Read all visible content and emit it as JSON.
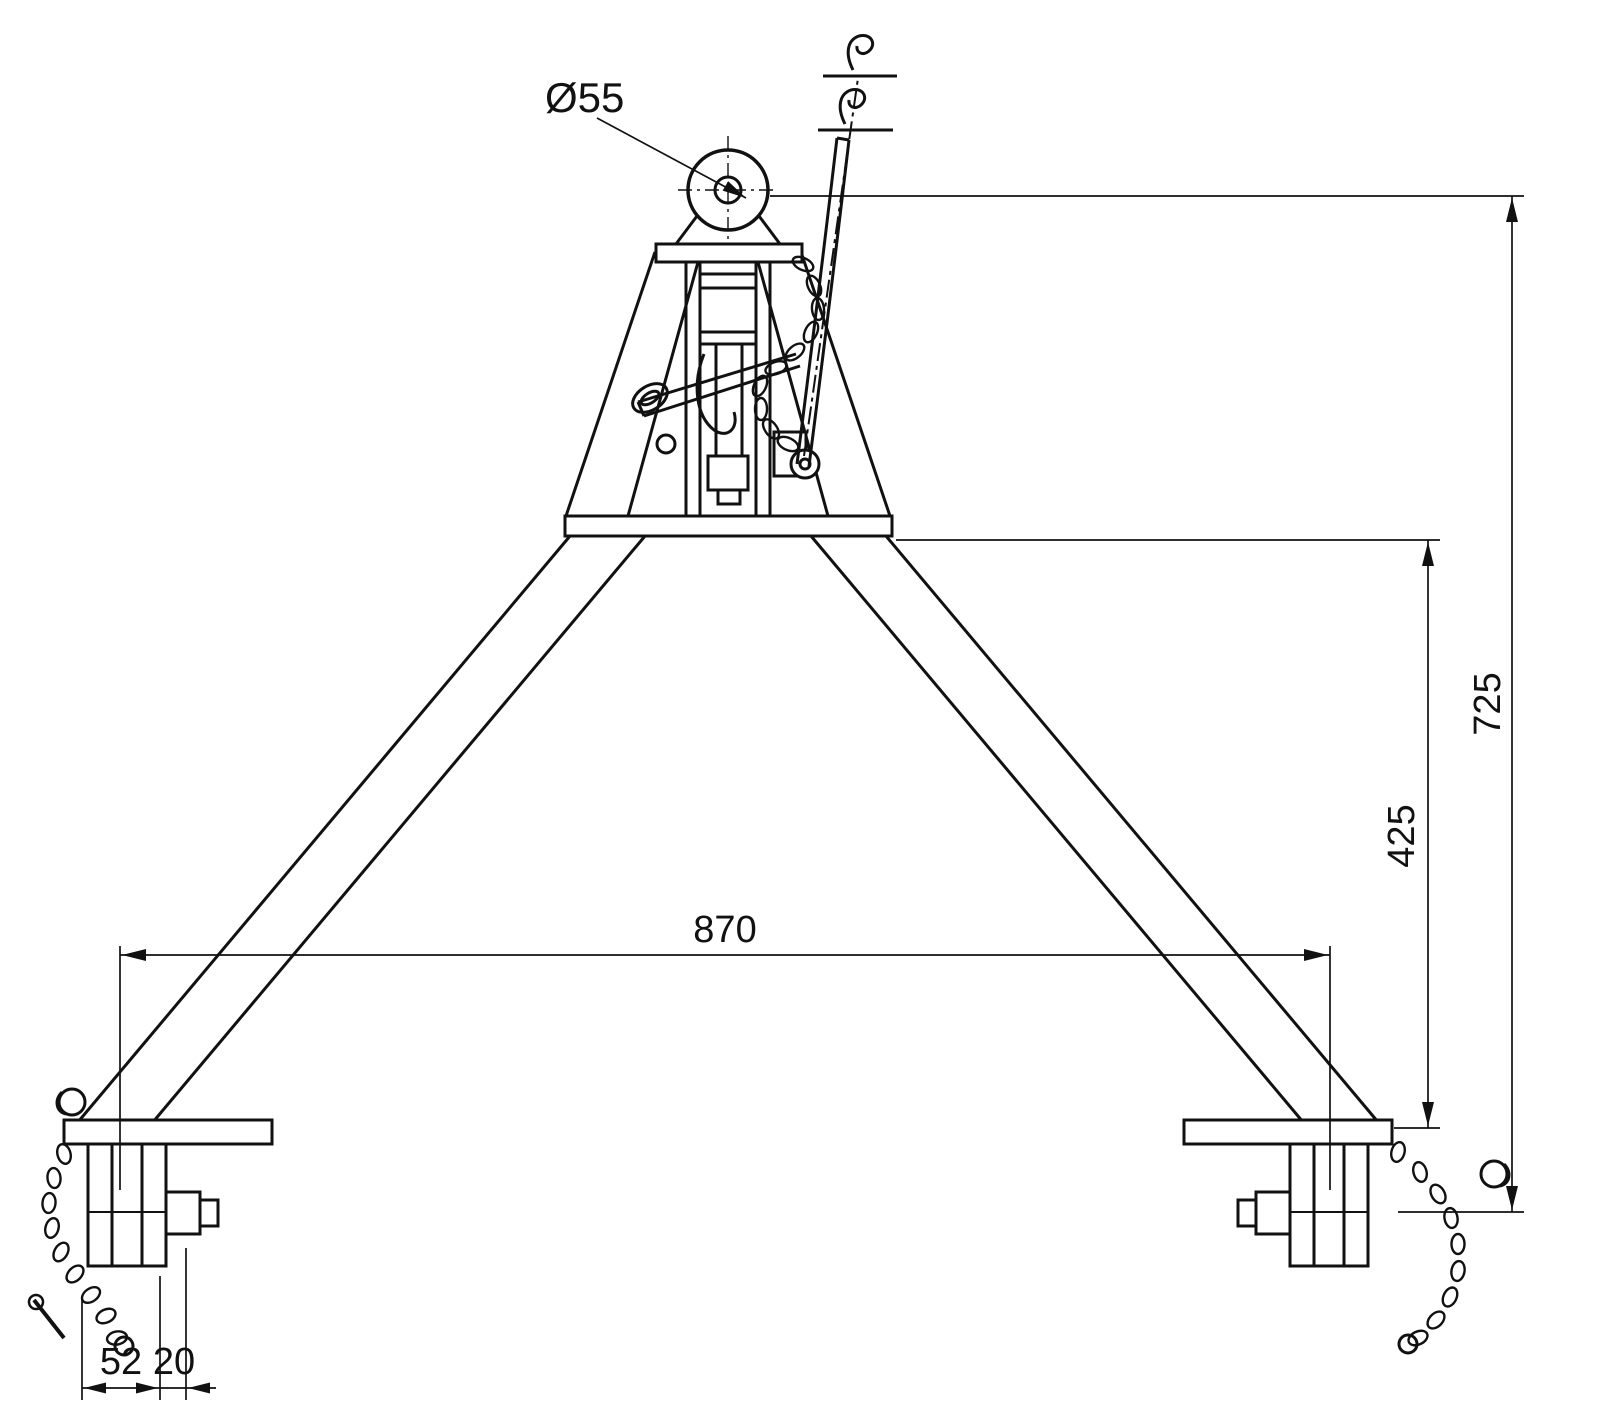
{
  "page": {
    "background_color": "#ffffff",
    "line_color": "#111111"
  },
  "drawing": {
    "type": "technical-drawing",
    "subject": "A-frame three point hitch, front view with dimensions",
    "labels": {
      "pin_diameter": "Ø55",
      "overall_height": "725",
      "lower_height": "425",
      "pin_spacing": "870",
      "dim_52": "52",
      "dim_20": "20"
    }
  }
}
